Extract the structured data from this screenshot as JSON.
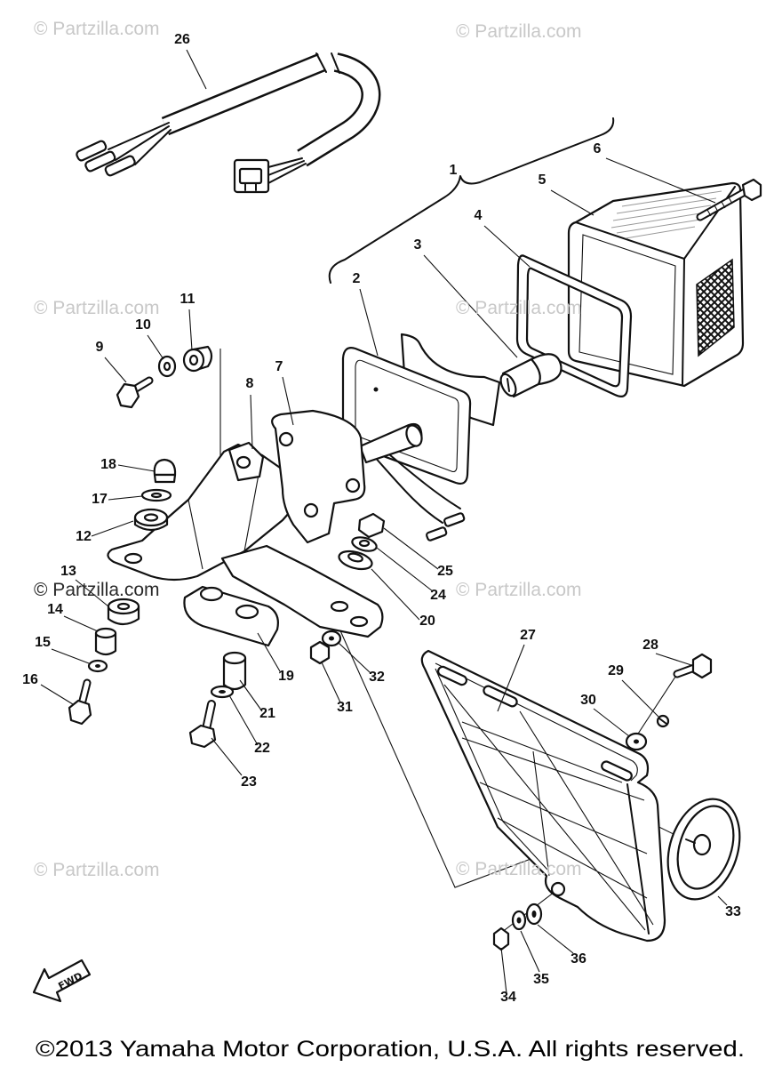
{
  "watermark_text": "© Partzilla.com",
  "callouts": [
    "1",
    "2",
    "3",
    "4",
    "5",
    "6",
    "7",
    "8",
    "9",
    "10",
    "11",
    "12",
    "13",
    "14",
    "15",
    "16",
    "17",
    "18",
    "19",
    "20",
    "21",
    "22",
    "23",
    "24",
    "25",
    "26",
    "27",
    "28",
    "29",
    "30",
    "31",
    "32",
    "33",
    "34",
    "35",
    "36"
  ],
  "fwd_label": "FWD",
  "copyright": "©2013 Yamaha Motor Corporation, U.S.A. All rights reserved.",
  "colors": {
    "ink": "#111111",
    "watermark": "#c8c8c8",
    "background": "#ffffff"
  }
}
